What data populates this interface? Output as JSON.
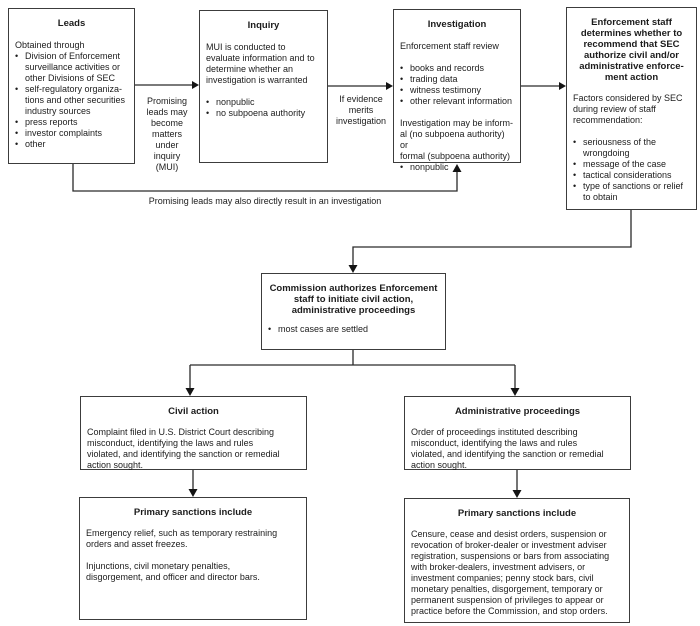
{
  "diagram": {
    "bullet_char": "•",
    "colors": {
      "background": "#ffffff",
      "border": "#3c3c3c",
      "line": "#2a2a2a",
      "text": "#1c1c1c"
    },
    "boxes": {
      "leads": {
        "title": "Leads",
        "intro": "Obtained through",
        "bullets": [
          "Division of Enforcement\nsurveillance activities or\nother Divisions of SEC",
          "self-regulatory organiza-\ntions and other securities\nindustry sources",
          "press reports",
          "investor complaints",
          "other"
        ]
      },
      "inquiry": {
        "title": "Inquiry",
        "intro": "MUI is conducted to\nevaluate information and to\ndetermine whether an\ninvestigation is warranted",
        "bullets": [
          "nonpublic",
          "no subpoena authority"
        ]
      },
      "investigation": {
        "title": "Investigation",
        "intro": "Enforcement staff review",
        "bullets": [
          "books and records",
          "trading data",
          "witness testimony",
          "other relevant information"
        ],
        "para": "Investigation may be inform-\nal (no subpoena authority) or\nformal (subpoena authority)",
        "bullets2": [
          "nonpublic"
        ]
      },
      "enforcement_staff": {
        "title": "Enforcement staff\ndetermines whether to\nrecommend that SEC\nauthorize civil and/or\nadministrative enforce-\nment action",
        "intro": "Factors considered by SEC\nduring review of staff\nrecommendation:",
        "bullets": [
          "seriousness of the\nwrongdoing",
          "message of the case",
          "tactical considerations",
          "type of sanctions or relief\nto obtain"
        ]
      },
      "commission": {
        "title": "Commission authorizes Enforcement\nstaff to initiate civil action,\nadministrative proceedings",
        "bullets": [
          "most cases are settled"
        ]
      },
      "civil_action": {
        "title": "Civil action",
        "body": "Complaint filed in U.S. District Court describing\nmisconduct, identifying the laws and rules\nviolated, and identifying the sanction or remedial\naction sought."
      },
      "admin_proceedings": {
        "title": "Administrative proceedings",
        "body": "Order of proceedings instituted describing\nmisconduct, identifying the laws and rules\nviolated, and identifying the sanction or remedial\naction sought."
      },
      "civil_sanctions": {
        "title": "Primary sanctions include",
        "para1": "Emergency relief, such as temporary restraining\norders and asset freezes.",
        "para2": "Injunctions, civil monetary penalties,\ndisgorgement, and officer and director bars."
      },
      "admin_sanctions": {
        "title": "Primary sanctions include",
        "body": "Censure, cease and desist orders, suspension or\nrevocation of broker-dealer or investment adviser\nregistration, suspensions or bars from associating\nwith broker-dealers, investment advisers, or\ninvestment companies; penny stock bars, civil\nmonetary penalties, disgorgement, temporary or\npermanent suspension of privileges to appear or\npractice before the Commission, and stop orders."
      }
    },
    "labels": {
      "leads_to_inquiry": "Promising\nleads may\nbecome\nmatters\nunder\ninquiry\n(MUI)",
      "inquiry_to_investigation": "If evidence\nmerits\ninvestigation",
      "leads_to_investigation": "Promising leads may also directly result in an investigation"
    }
  }
}
